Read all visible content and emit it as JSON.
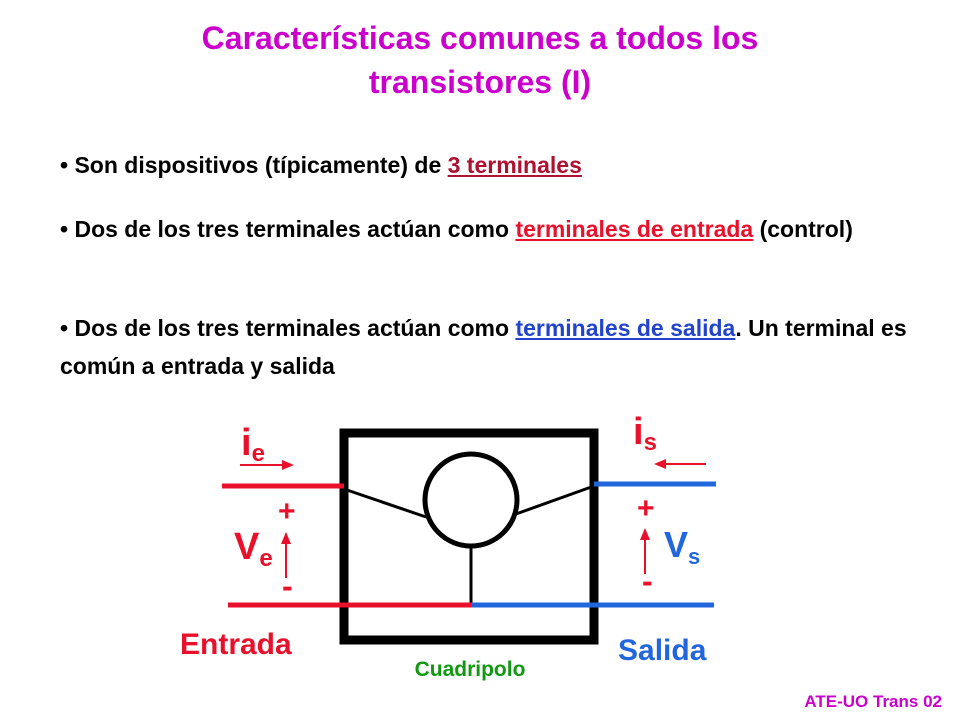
{
  "title": {
    "line1": "Características comunes a todos los",
    "line2": "transistores (I)"
  },
  "bullets": [
    {
      "marker": "•",
      "text": "Son dispositivos (típicamente) de ",
      "highlight": "3 terminales",
      "highlight_color": "#b01030"
    },
    {
      "marker": "•",
      "text": "Dos de los tres terminales actúan como ",
      "highlight": "terminales de entrada",
      "after": " (control)",
      "highlight_color": "#e8102a"
    },
    {
      "marker": "•",
      "text": "Dos de los tres terminales actúan como ",
      "highlight": "terminales de salida",
      "after": ". Un terminal es común a entrada y salida",
      "highlight_color": "#2244cc"
    }
  ],
  "diagram": {
    "input_current": {
      "symbol": "i",
      "sub": "e"
    },
    "output_current": {
      "symbol": "i",
      "sub": "s"
    },
    "input_voltage": {
      "symbol": "V",
      "sub": "e",
      "plus": "+",
      "minus": "-"
    },
    "output_voltage": {
      "symbol": "V",
      "sub": "s",
      "plus": "+",
      "minus": "-"
    },
    "input_label": "Entrada",
    "output_label": "Salida",
    "box_label": "Cuadripolo",
    "colors": {
      "input": "#e8102a",
      "output": "#2266dd",
      "box": "#000000",
      "box_label": "#119911",
      "arrow": "#e8102a"
    }
  },
  "footer": "ATE-UO Trans 02"
}
